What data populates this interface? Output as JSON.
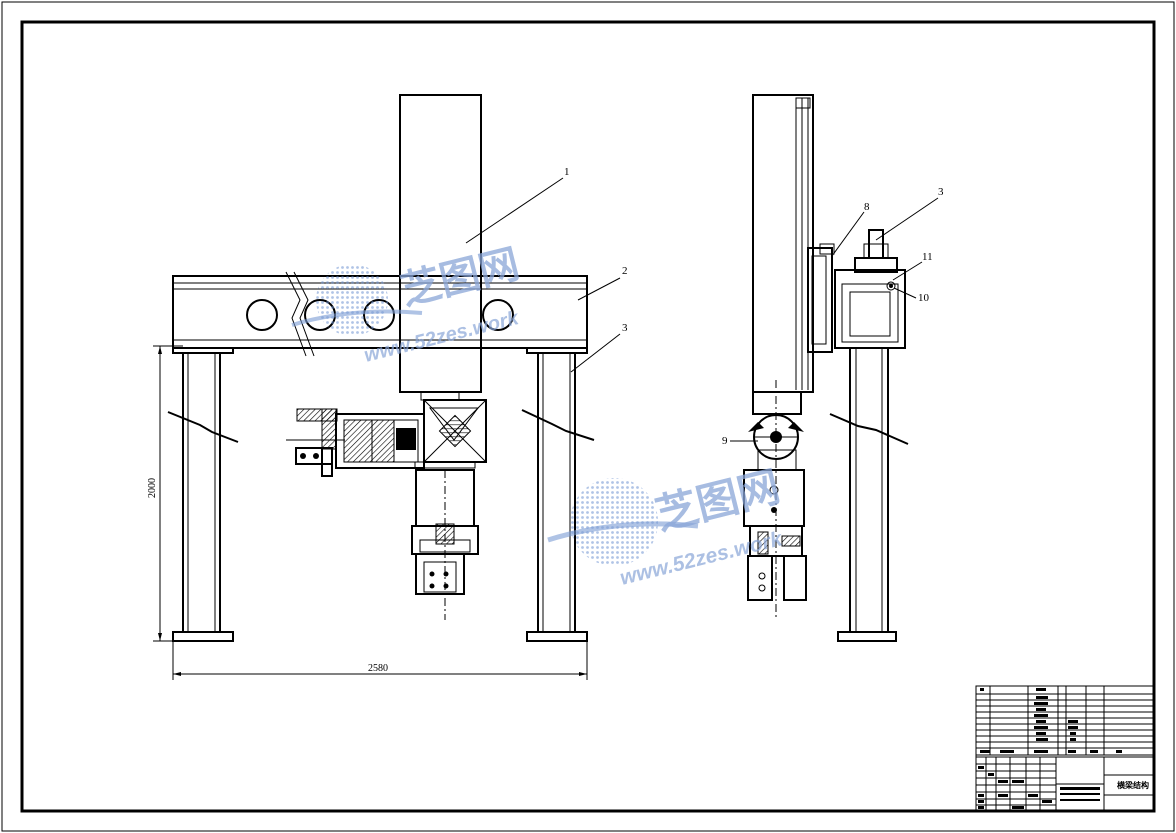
{
  "drawing": {
    "dimensions": {
      "height": "2000",
      "width": "2580"
    },
    "callouts": {
      "front": [
        "1",
        "2",
        "3"
      ],
      "side": [
        "3",
        "8",
        "11",
        "10",
        "9"
      ]
    },
    "title_block": {
      "title": "横梁结构"
    },
    "watermark": {
      "brand": "芝图网",
      "url": "www.52zes.work"
    }
  }
}
